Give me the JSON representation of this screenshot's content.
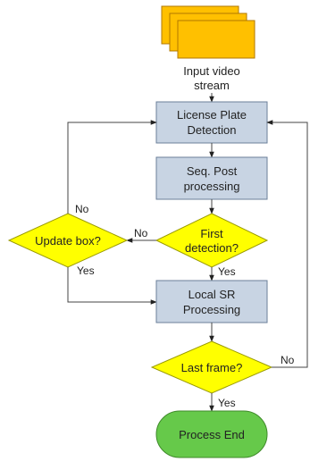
{
  "nodes": {
    "input": {
      "line1": "Input video",
      "line2": "stream"
    },
    "detection": {
      "line1": "License Plate",
      "line2": "Detection"
    },
    "post": {
      "line1": "Seq. Post",
      "line2": "processing"
    },
    "first_detection": {
      "line1": "First",
      "line2": "detection?"
    },
    "update_box": {
      "label": "Update box?"
    },
    "local_sr": {
      "line1": "Local SR",
      "line2": "Processing"
    },
    "last_frame": {
      "label": "Last frame?"
    },
    "end": {
      "label": "Process End"
    }
  },
  "edge_labels": {
    "first_no": "No",
    "first_yes": "Yes",
    "update_no": "No",
    "update_yes": "Yes",
    "last_no": "No",
    "last_yes": "Yes"
  },
  "colors": {
    "process_fill": "#c8d4e3",
    "process_stroke": "#6b7f99",
    "decision_fill": "#ffff00",
    "decision_stroke": "#9a9a00",
    "terminal_fill": "#66c94a",
    "terminal_stroke": "#3f8a2a",
    "input_fill": "#ffc000",
    "input_stroke": "#b07800",
    "line": "#444444"
  }
}
